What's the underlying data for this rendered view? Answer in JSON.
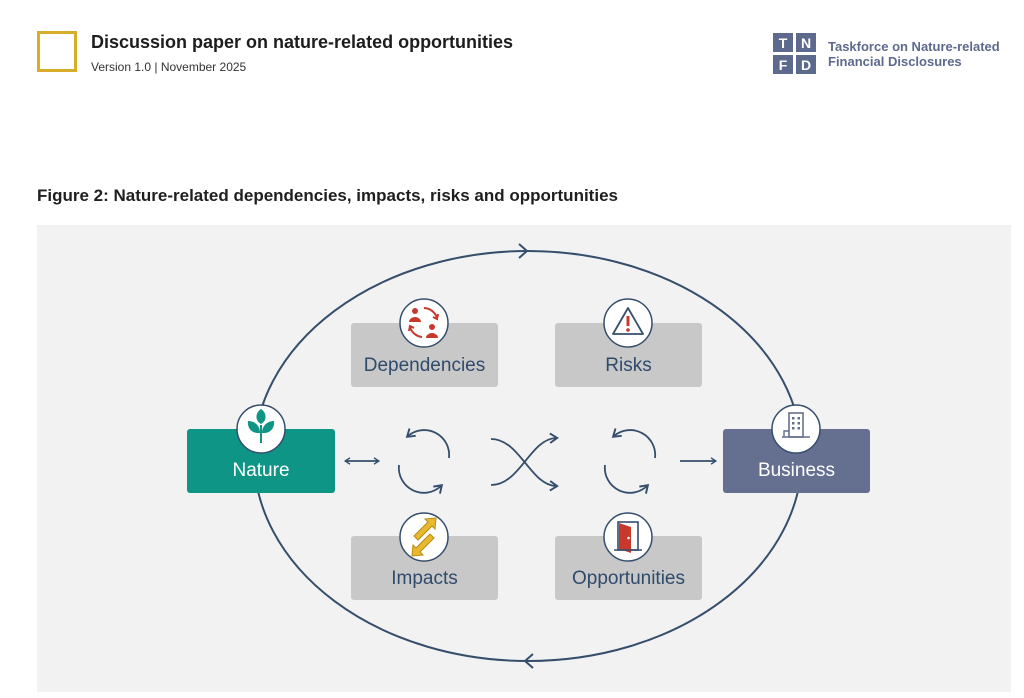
{
  "header": {
    "title": "Discussion paper on nature-related opportunities",
    "subtitle": "Version 1.0 | November 2025",
    "logo_letters": [
      "T",
      "N",
      "F",
      "D"
    ],
    "org_name_line1": "Taskforce on Nature-related",
    "org_name_line2": "Financial Disclosures"
  },
  "figure": {
    "title": "Figure 2: Nature-related dependencies, impacts, risks and opportunities",
    "nodes": {
      "nature": "Nature",
      "business": "Business",
      "dependencies": "Dependencies",
      "risks": "Risks",
      "impacts": "Impacts",
      "opportunities": "Opportunities"
    },
    "icons": {
      "nature": "leaf-icon",
      "business": "building-icon",
      "dependencies": "people-cycle-icon",
      "risks": "warning-icon",
      "impacts": "arrows-icon",
      "opportunities": "door-icon"
    },
    "colors": {
      "nature": "#0f9585",
      "business": "#656f8f",
      "category_box": "#c8c8c8",
      "line": "#344e6c",
      "gold": "#d8ad2c",
      "red": "#c8392b",
      "panel": "#f2f2f2"
    }
  }
}
